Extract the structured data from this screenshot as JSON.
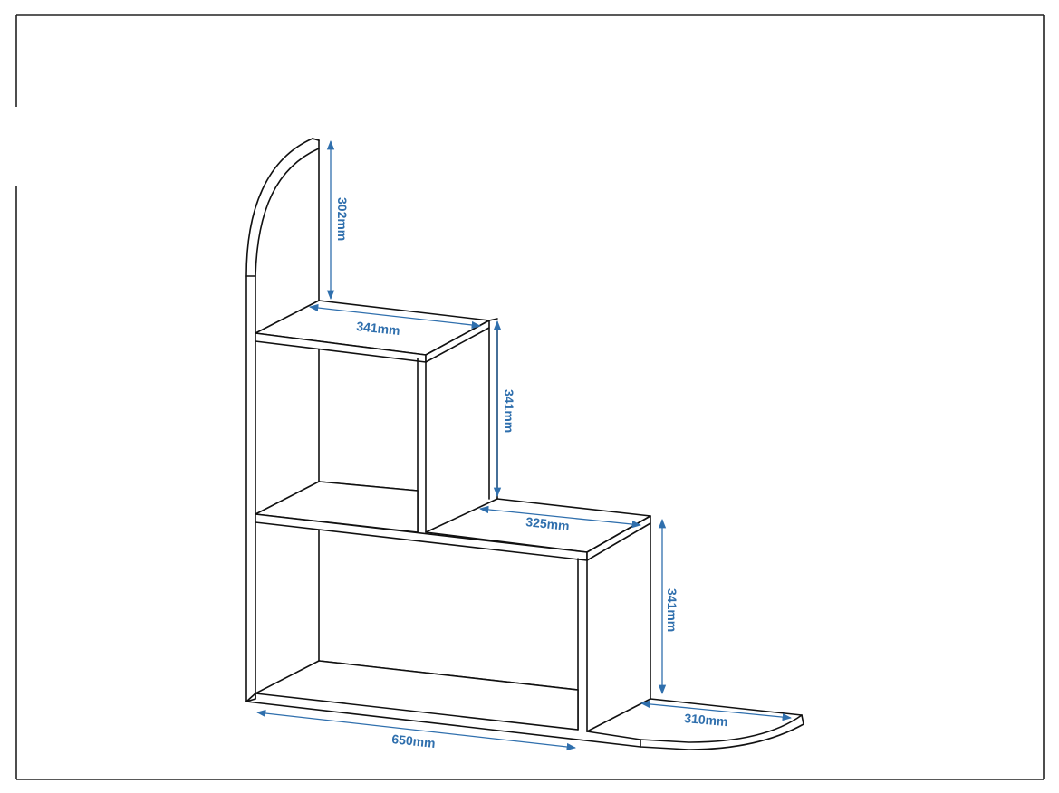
{
  "dimensions": {
    "top_height": "302mm",
    "top_shelf_width": "341mm",
    "upper_height": "341mm",
    "middle_shelf_width": "325mm",
    "lower_height": "341mm",
    "base_width": "650mm",
    "extension_width": "310mm"
  },
  "colors": {
    "dimension": "#2f6fad",
    "line": "#111111"
  }
}
